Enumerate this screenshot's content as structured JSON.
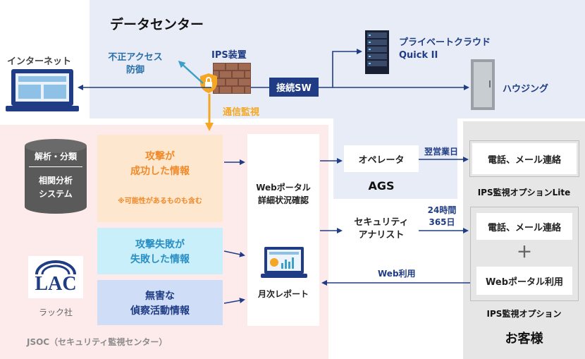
{
  "datacenter": {
    "title": "データセンター"
  },
  "internet": {
    "label": "インターネット"
  },
  "attack_defense": {
    "line1": "不正アクセス",
    "line2": "防御"
  },
  "ips_device": {
    "label": "IPS装置"
  },
  "monitoring": {
    "label": "通信監視"
  },
  "switch": {
    "label": "接続SW"
  },
  "private_cloud": {
    "line1": "プライベートクラウド",
    "line2": "Quick II"
  },
  "housing": {
    "label": "ハウジング"
  },
  "ags": {
    "operator": "オペレータ",
    "label": "AGS",
    "next_day": "翌営業日"
  },
  "analyst": {
    "line1": "セキュリティ",
    "line2": "アナリスト",
    "hours_line1": "24時間",
    "hours_line2": "365日"
  },
  "analysis_system": {
    "line1": "解析・分類",
    "line2": "相関分析",
    "line3": "システム"
  },
  "info": {
    "success_line1": "攻撃が",
    "success_line2": "成功した情報",
    "success_note": "※可能性があるものも含む",
    "fail_line1": "攻撃失敗が",
    "fail_line2": "失敗した情報",
    "harmless_line1": "無害な",
    "harmless_line2": "偵察活動情報"
  },
  "portal": {
    "line1": "Webポータル",
    "line2": "詳細状況確認",
    "monthly": "月次レポート"
  },
  "lac": {
    "logo_text": "LAC",
    "label": "ラック社"
  },
  "jsoc": {
    "label": "JSOC（セキュリティ監視センター）"
  },
  "customer": {
    "contact_lite": "電話、メール連絡",
    "lite_label": "IPS監視オプションLite",
    "contact": "電話、メール連絡",
    "plus": "＋",
    "web_portal": "Webポータル利用",
    "option_label": "IPS監視オプション",
    "title": "お客様",
    "web_use": "Web利用"
  },
  "colors": {
    "datacenter_bg": "#e8ecf6",
    "jsoc_bg": "#fdebeb",
    "customer_bg": "#e6e6e6",
    "navy": "#1f3c84",
    "orange": "#f5a623",
    "teal": "#3aa0c8"
  }
}
